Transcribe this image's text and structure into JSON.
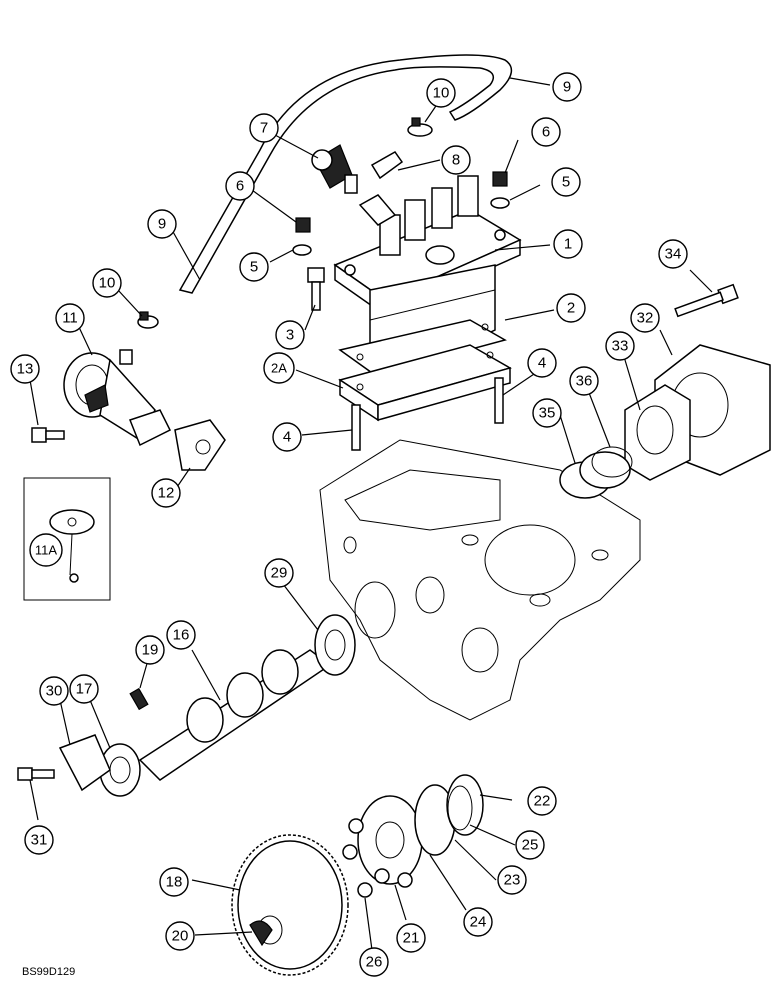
{
  "figure_ref": "BS99D129",
  "callouts": [
    {
      "label": "1"
    },
    {
      "label": "2"
    },
    {
      "label": "2A"
    },
    {
      "label": "3"
    },
    {
      "label": "4"
    },
    {
      "label": "4"
    },
    {
      "label": "5"
    },
    {
      "label": "5"
    },
    {
      "label": "6"
    },
    {
      "label": "6"
    },
    {
      "label": "7"
    },
    {
      "label": "8"
    },
    {
      "label": "9"
    },
    {
      "label": "9"
    },
    {
      "label": "10"
    },
    {
      "label": "10"
    },
    {
      "label": "11"
    },
    {
      "label": "11A"
    },
    {
      "label": "12"
    },
    {
      "label": "13"
    },
    {
      "label": "16"
    },
    {
      "label": "17"
    },
    {
      "label": "18"
    },
    {
      "label": "19"
    },
    {
      "label": "20"
    },
    {
      "label": "21"
    },
    {
      "label": "22"
    },
    {
      "label": "23"
    },
    {
      "label": "24"
    },
    {
      "label": "25"
    },
    {
      "label": "26"
    },
    {
      "label": "29"
    },
    {
      "label": "30"
    },
    {
      "label": "31"
    },
    {
      "label": "32"
    },
    {
      "label": "33"
    },
    {
      "label": "34"
    },
    {
      "label": "35"
    },
    {
      "label": "36"
    }
  ]
}
